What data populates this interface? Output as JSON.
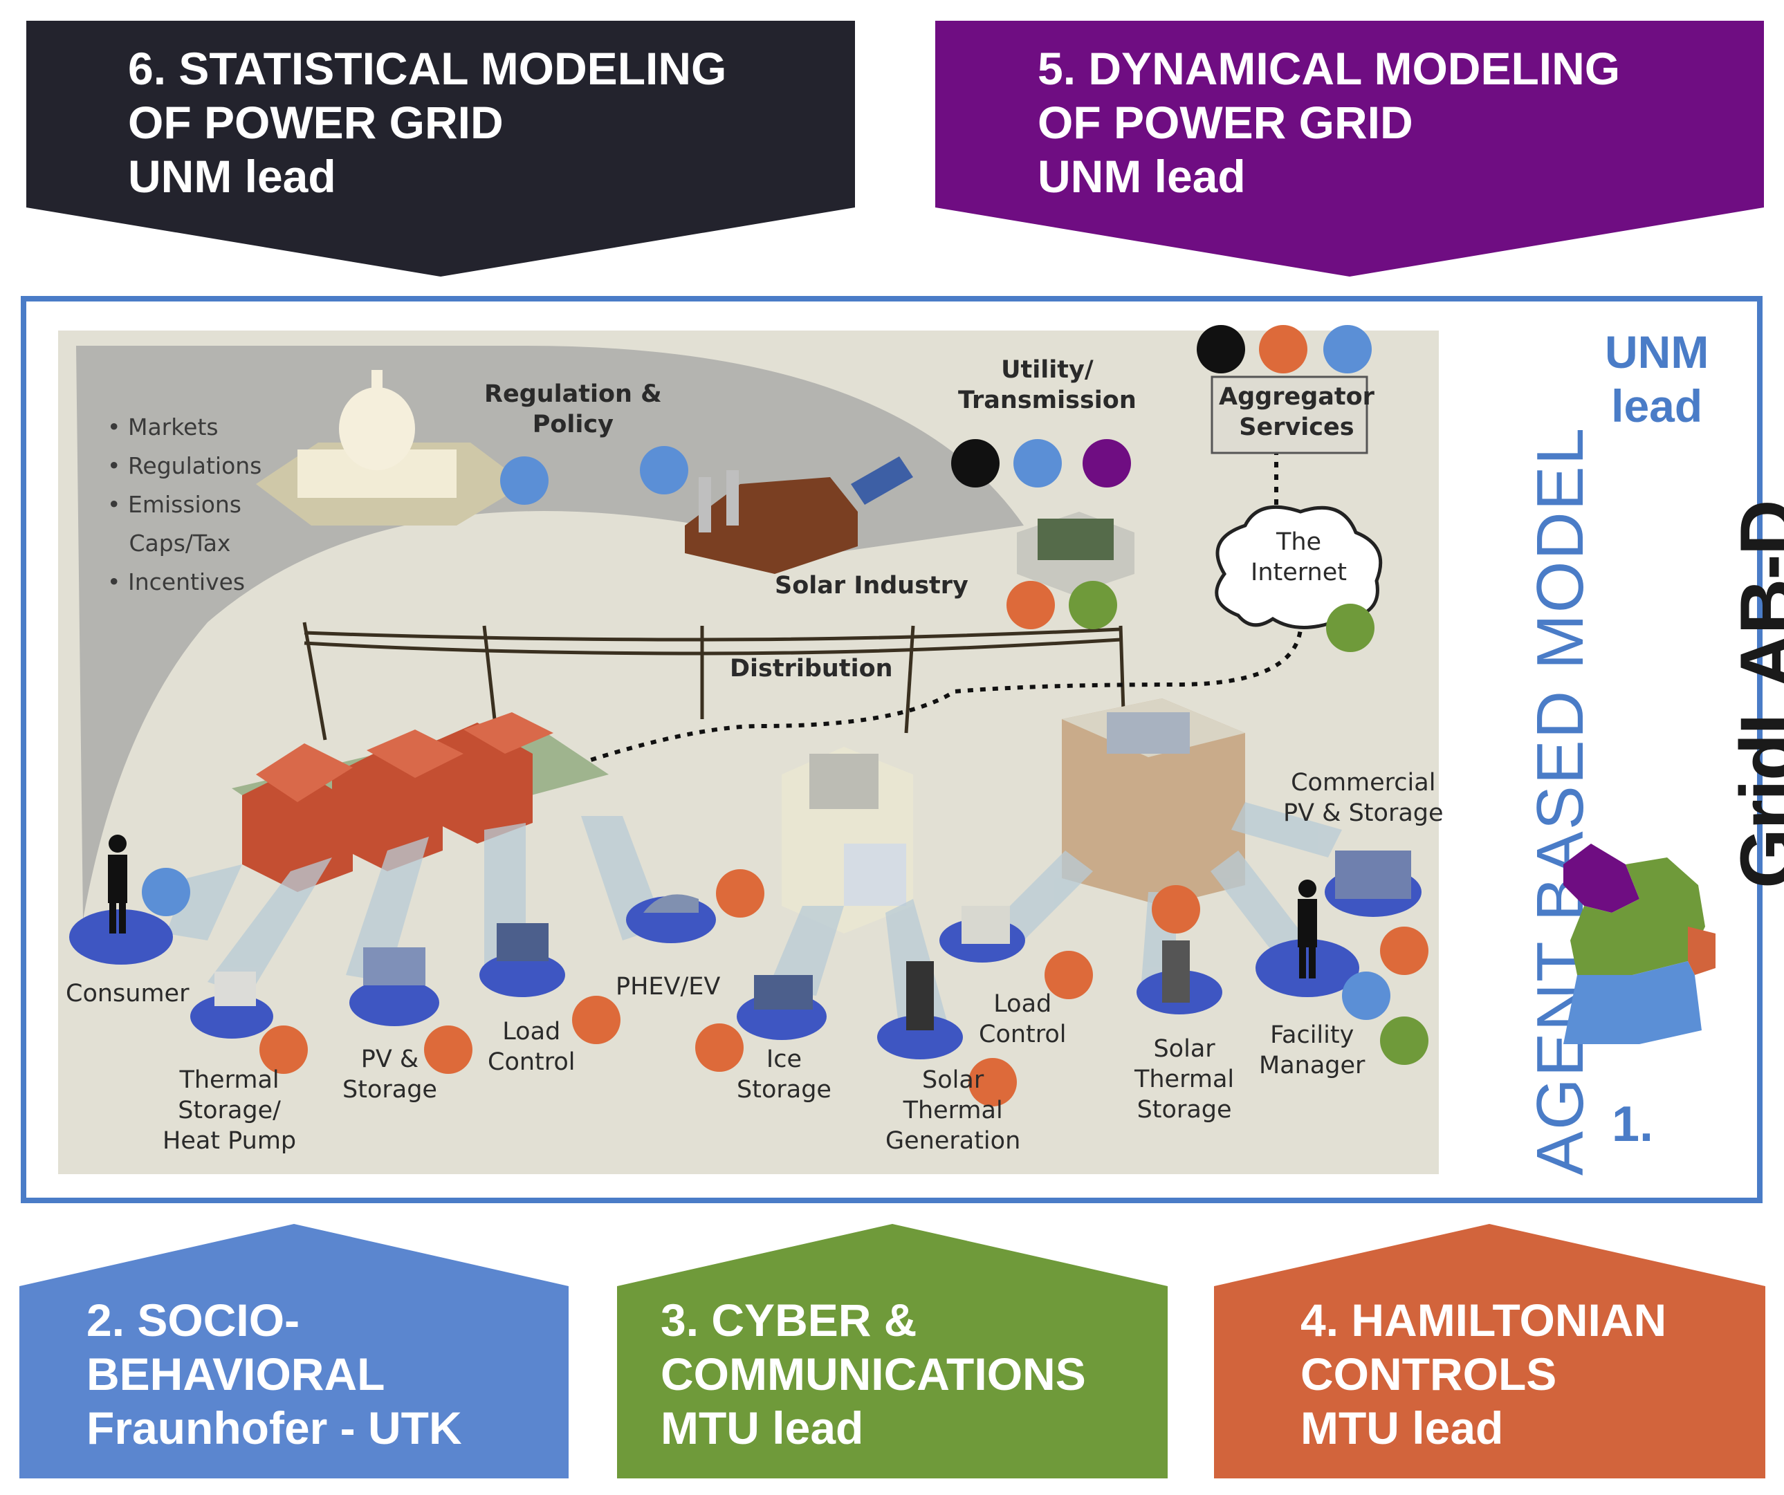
{
  "banners": {
    "top_left": {
      "lines": [
        "6. STATISTICAL MODELING",
        "OF POWER GRID",
        "UNM lead"
      ],
      "color": "#23232d"
    },
    "top_right": {
      "lines": [
        "5. DYNAMICAL MODELING",
        "OF POWER GRID",
        "UNM lead"
      ],
      "color": "#6f0d82"
    },
    "bottom_1": {
      "lines": [
        "2. SOCIO-",
        "BEHAVIORAL",
        "Fraunhofer - UTK"
      ],
      "color": "#5b86cf"
    },
    "bottom_2": {
      "lines": [
        "3. CYBER &",
        "COMMUNICATIONS",
        "MTU lead"
      ],
      "color": "#6f9a3a"
    },
    "bottom_3": {
      "lines": [
        "4. HAMILTONIAN",
        "CONTROLS",
        "MTU lead"
      ],
      "color": "#d2643c"
    }
  },
  "side": {
    "vertical_title": "AGENT BASED MODEL",
    "lead_lines": [
      "UNM",
      "lead"
    ],
    "logo_text": "GridLAB-D",
    "number": "1."
  },
  "scene": {
    "bullets": [
      "Markets",
      "Regulations",
      "Emissions",
      "Caps/Tax",
      "Incentives"
    ],
    "regulation": [
      "Regulation &",
      "Policy"
    ],
    "utility": [
      "Utility/",
      "Transmission"
    ],
    "aggregator": [
      "Aggregator",
      "Services"
    ],
    "internet": [
      "The",
      "Internet"
    ],
    "solar_industry": "Solar Industry",
    "distribution": "Distribution",
    "commercial": [
      "Commercial",
      "PV & Storage"
    ],
    "consumer": "Consumer",
    "thermal_storage": [
      "Thermal",
      "Storage/",
      "Heat Pump"
    ],
    "pv_storage": [
      "PV &",
      "Storage"
    ],
    "load_control_1": [
      "Load",
      "Control"
    ],
    "phev": "PHEV/EV",
    "ice_storage": [
      "Ice",
      "Storage"
    ],
    "solar_thermal_gen": [
      "Solar",
      "Thermal",
      "Generation"
    ],
    "load_control_2": [
      "Load",
      "Control"
    ],
    "solar_thermal_storage": [
      "Solar",
      "Thermal",
      "Storage"
    ],
    "facility_manager": [
      "Facility",
      "Manager"
    ]
  },
  "colors": {
    "frame": "#4a7cc7",
    "dot_blue": "#5b8fd6",
    "dot_orange": "#dd6a3a",
    "dot_green": "#6f9a3a",
    "dot_black": "#111111",
    "dot_purple": "#6f0d82"
  }
}
